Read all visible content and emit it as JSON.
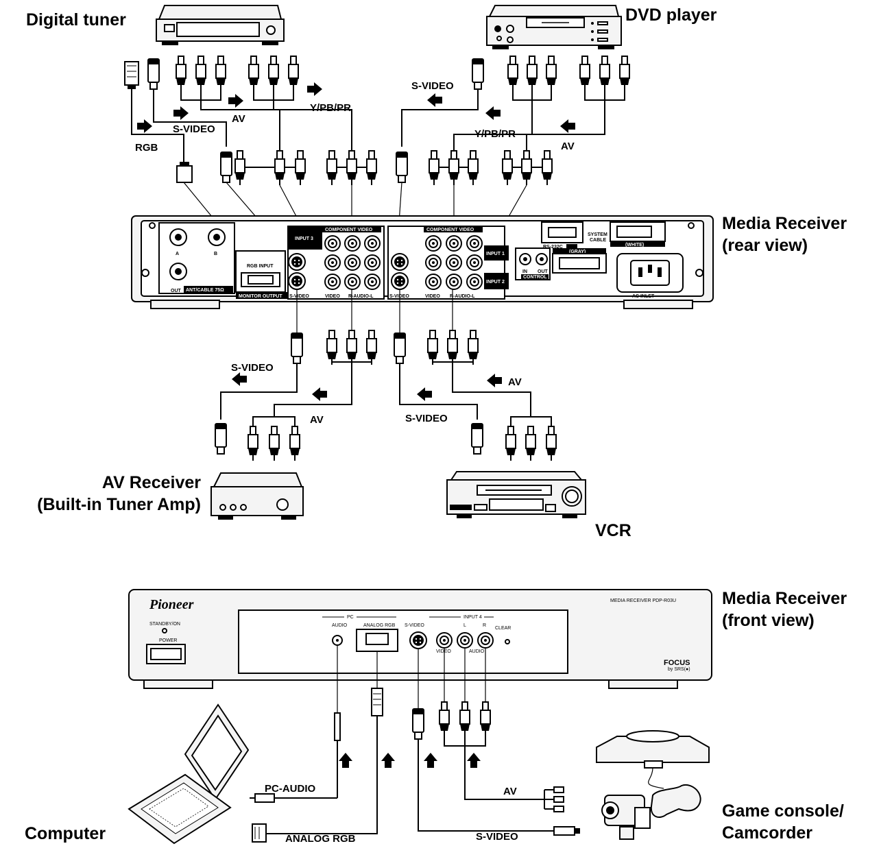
{
  "devices": {
    "digital_tuner": "Digital tuner",
    "dvd_player": "DVD player",
    "media_receiver_rear": [
      "Media Receiver",
      "(rear view)"
    ],
    "av_receiver": [
      "AV Receiver",
      "(Built-in Tuner Amp)"
    ],
    "vcr": "VCR",
    "media_receiver_front": [
      "Media Receiver",
      "(front view)"
    ],
    "computer": "Computer",
    "game_console": [
      "Game console/",
      "Camcorder"
    ]
  },
  "cables": {
    "rgb": "RGB",
    "svideo": "S-VIDEO",
    "av": "AV",
    "component": "Y/PB/PR",
    "pc_audio": "PC-AUDIO",
    "analog_rgb": "ANALOG RGB"
  },
  "rear_panel": {
    "input3": "INPUT 3",
    "input1": "INPUT 1",
    "input2": "INPUT 2",
    "component_video": "COMPONENT VIDEO",
    "rgb_input": "RGB INPUT",
    "monitor_output": "MONITOR OUTPUT",
    "ant_a": "A",
    "ant_b": "B",
    "ant_out": "OUT",
    "ant_cable": "ANT/CABLE 75Ω",
    "svideo": "S-VIDEO",
    "video": "VIDEO",
    "audio": "R-AUDIO-L",
    "rs232c": "RS-232C",
    "system_cable": [
      "SYSTEM",
      "CABLE"
    ],
    "gray": "(GRAY)",
    "white": "(WHITE)",
    "control_in": "IN",
    "control_out": "OUT",
    "control": "CONTROL",
    "ac_inlet": "AC INLET"
  },
  "front_panel": {
    "brand": "Pioneer",
    "model": "MEDIA RECEIVER PDP-R03U",
    "standby": "STANDBY/ON",
    "power": "POWER",
    "pc": "PC",
    "pc_audio": "AUDIO",
    "analog_rgb": "ANALOG RGB",
    "svideo": "S-VIDEO",
    "input4": "INPUT 4",
    "l": "L",
    "r": "R",
    "video": "VIDEO",
    "audio": "AUDIO",
    "clear": "CLEAR",
    "focus": "FOCUS",
    "focus_sub": "by SRS(●)"
  }
}
